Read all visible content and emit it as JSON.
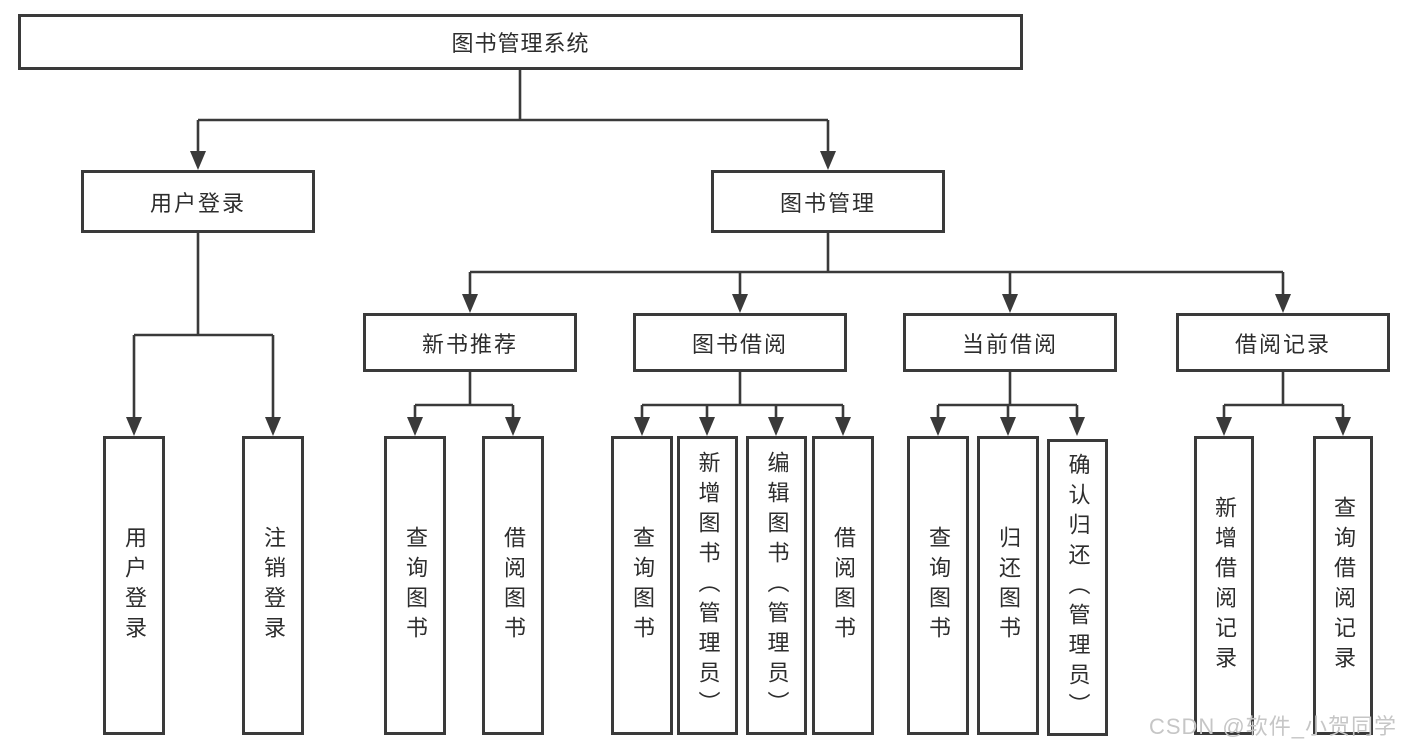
{
  "diagram": {
    "root": {
      "label": "图书管理系统"
    },
    "level2": [
      {
        "label": "用户登录"
      },
      {
        "label": "图书管理"
      }
    ],
    "level3": [
      {
        "label": "新书推荐"
      },
      {
        "label": "图书借阅"
      },
      {
        "label": "当前借阅"
      },
      {
        "label": "借阅记录"
      }
    ],
    "leaves": [
      {
        "label": "用户登录",
        "parent": "用户登录"
      },
      {
        "label": "注销登录",
        "parent": "用户登录"
      },
      {
        "label": "查询图书",
        "parent": "新书推荐"
      },
      {
        "label": "借阅图书",
        "parent": "新书推荐"
      },
      {
        "label": "查询图书",
        "parent": "图书借阅"
      },
      {
        "label": "新增图书（管理员）",
        "parent": "图书借阅"
      },
      {
        "label": "编辑图书（管理员）",
        "parent": "图书借阅"
      },
      {
        "label": "借阅图书",
        "parent": "图书借阅"
      },
      {
        "label": "查询图书",
        "parent": "当前借阅"
      },
      {
        "label": "归还图书",
        "parent": "当前借阅"
      },
      {
        "label": "确认归还（管理员）",
        "parent": "当前借阅"
      },
      {
        "label": "新增借阅记录",
        "parent": "借阅记录"
      },
      {
        "label": "查询借阅记录",
        "parent": "借阅记录"
      }
    ],
    "watermark": "CSDN @软件_小贺同学",
    "colors": {
      "line": "#3a3a3a",
      "box_border": "#3a3a3a",
      "box_fill": "#ffffff",
      "text": "#2d2d2d",
      "watermark": "#c6c6c6",
      "background": "#ffffff"
    }
  }
}
